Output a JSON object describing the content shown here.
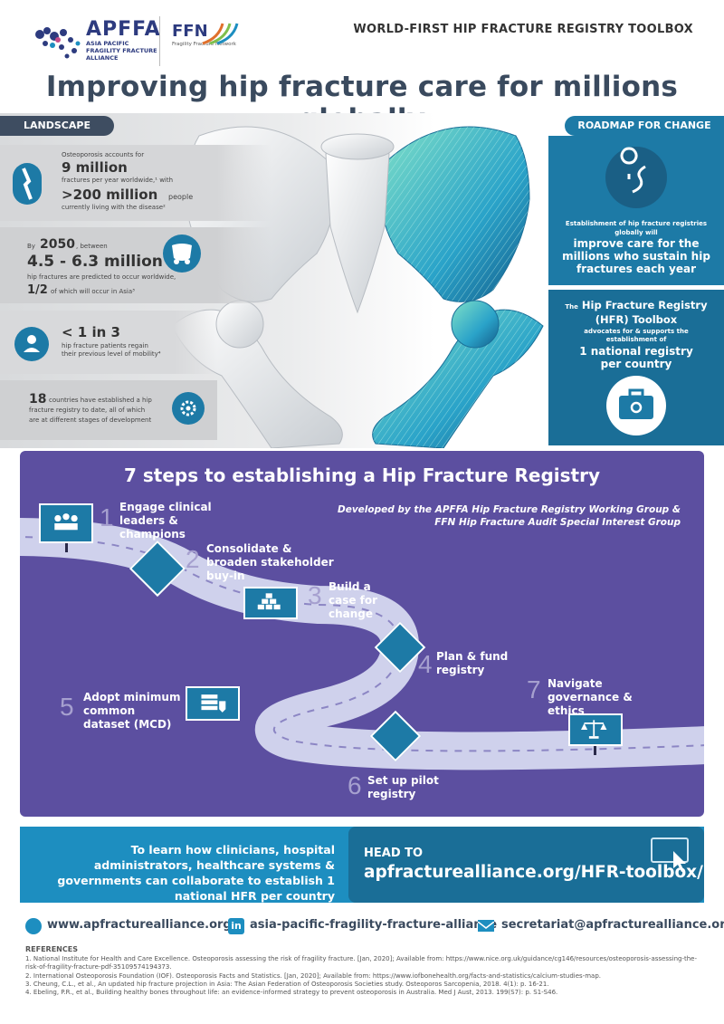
{
  "header": {
    "apffa_name": "APFFA",
    "apffa_full": "ASIA PACIFIC FRAGILITY FRACTURE ALLIANCE",
    "ffn_name": "FFN",
    "ffn_full": "Fragility Fracture Network",
    "toolbox_title": "WORLD-FIRST HIP FRACTURE REGISTRY TOOLBOX",
    "main_title": "Improving hip fracture care for millions globally"
  },
  "landscape": {
    "tab": "LANDSCAPE",
    "fact1": {
      "pre": "Osteoporosis accounts for",
      "big1": "9 million",
      "mid": "fractures per year worldwide,¹ with",
      "big2": ">200 million",
      "post1": "people",
      "post2": "currently living with the disease²"
    },
    "fact2": {
      "pre": "By",
      "year": "2050",
      "pre2": ", between",
      "big": "4.5 - 6.3 million",
      "mid": "hip fractures are predicted to occur worldwide,",
      "half": "1/2",
      "post": "of which will occur in Asia³"
    },
    "fact3": {
      "big": "< 1 in 3",
      "line1": "hip fracture patients regain",
      "line2": "their previous level of mobility⁴"
    },
    "fact4": {
      "num": "18",
      "line1": "countries have established a hip",
      "line2": "fracture registry to date, all of which",
      "line3": "are at different stages of development"
    }
  },
  "roadmap": {
    "tab": "ROADMAP FOR CHANGE",
    "p1_small": "Establishment of hip fracture registries globally will",
    "p1_big": "improve care for the millions who sustain hip fractures each year",
    "p2_pre": "The",
    "p2_title": "Hip Fracture Registry (HFR) Toolbox",
    "p2_small": "advocates for & supports the establishment of",
    "p2_big": "1 national registry per country"
  },
  "steps": {
    "title": "7 steps to establishing a Hip Fracture Registry",
    "developed_by": "Developed by the APFFA Hip Fracture Registry Working Group & FFN Hip Fracture Audit Special Interest Group",
    "items": [
      {
        "num": "1",
        "label": "Engage clinical leaders & champions"
      },
      {
        "num": "2",
        "label": "Consolidate & broaden stakeholder buy-in"
      },
      {
        "num": "3",
        "label": "Build a case for change"
      },
      {
        "num": "4",
        "label": "Plan & fund registry"
      },
      {
        "num": "5",
        "label": "Adopt minimum common dataset (MCD)"
      },
      {
        "num": "6",
        "label": "Set up pilot registry"
      },
      {
        "num": "7",
        "label": "Navigate governance & ethics"
      }
    ]
  },
  "cta": {
    "text": "To learn how clinicians, hospital administrators, healthcare systems & governments can collaborate to establish 1 national HFR per country",
    "head_to": "HEAD TO",
    "url": "apfracturealliance.org/HFR-toolbox/"
  },
  "contacts": {
    "web": "www.apfracturealliance.org",
    "linkedin_badge": "in",
    "linkedin": "asia-pacific-fragility-fracture-alliance",
    "email": "secretariat@apfracturealliance.org"
  },
  "references": {
    "title": "REFERENCES",
    "items": [
      "1. National Institute for Health and Care Excellence. Osteoporosis assessing the risk of fragility fracture. [Jan, 2020]; Available from: https://www.nice.org.uk/guidance/cg146/resources/osteoporosis-assessing-the-risk-of-fragility-fracture-pdf-35109574194373.",
      "2. International Osteoporosis Foundation (IOF). Osteoporosis Facts and Statistics. [Jan, 2020]; Available from: https://www.iofbonehealth.org/facts-and-statistics/calcium-studies-map.",
      "3. Cheung, C.L., et al., An updated hip fracture projection in Asia: The Asian Federation of Osteoporosis Societies study. Osteoporos Sarcopenia, 2018. 4(1): p. 16-21.",
      "4. Ebeling, P.R., et al., Building healthy bones throughout life: an evidence-informed strategy to prevent osteoporosis in Australia. Med J Aust, 2013. 199(S7): p. S1-S46."
    ]
  }
}
